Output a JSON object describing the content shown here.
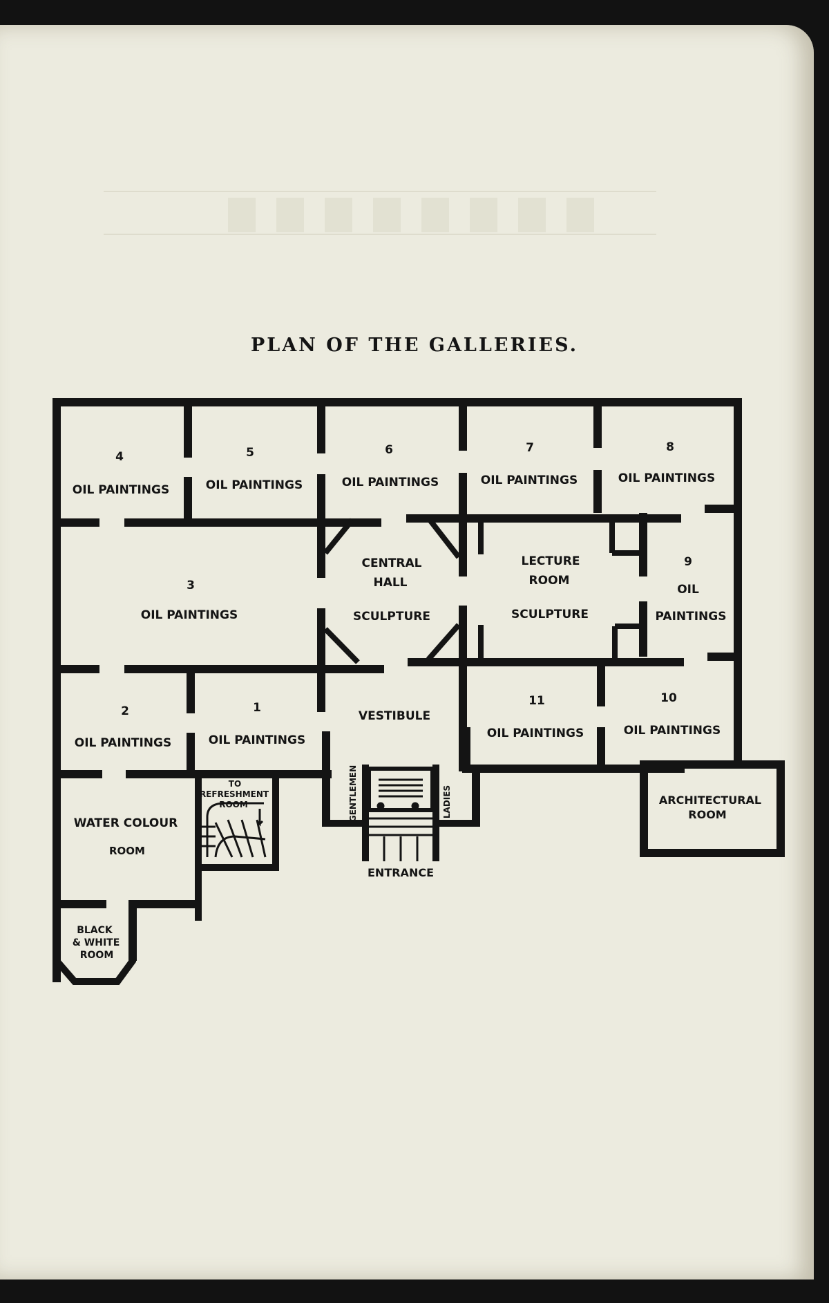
{
  "title": "PLAN OF THE GALLERIES.",
  "rooms": {
    "r4": {
      "number": "4",
      "label": "OIL PAINTINGS"
    },
    "r5": {
      "number": "5",
      "label": "OIL PAINTINGS"
    },
    "r6": {
      "number": "6",
      "label": "OIL PAINTINGS"
    },
    "r7": {
      "number": "7",
      "label": "OIL PAINTINGS"
    },
    "r8": {
      "number": "8",
      "label": "OIL PAINTINGS"
    },
    "r3": {
      "number": "3",
      "label": "OIL PAINTINGS"
    },
    "central_hall": {
      "line1": "CENTRAL",
      "line2": "HALL",
      "line3": "SCULPTURE"
    },
    "lecture_room": {
      "line1": "LECTURE",
      "line2": "ROOM",
      "line3": "SCULPTURE"
    },
    "r9": {
      "number": "9",
      "line1": "OIL",
      "line2": "PAINTINGS"
    },
    "r2": {
      "number": "2",
      "label": "OIL PAINTINGS"
    },
    "r1": {
      "number": "1",
      "label": "OIL PAINTINGS"
    },
    "vestibule": {
      "label": "VESTIBULE"
    },
    "r11": {
      "number": "11",
      "label": "OIL PAINTINGS"
    },
    "r10": {
      "number": "10",
      "label": "OIL PAINTINGS"
    },
    "architectural": {
      "line1": "ARCHITECTURAL",
      "line2": "ROOM"
    },
    "water_colour": {
      "line1": "WATER COLOUR",
      "line2": "ROOM"
    },
    "black_white": {
      "line1": "BLACK",
      "line2": "& WHITE",
      "line3": "ROOM"
    },
    "refreshment": {
      "line1": "TO",
      "line2": "REFRESHMENT",
      "line3": "ROOM"
    },
    "gentlemen": {
      "label": "GENTLEMEN"
    },
    "ladies": {
      "label": "LADIES"
    },
    "entrance": {
      "label": "ENTRANCE"
    }
  }
}
